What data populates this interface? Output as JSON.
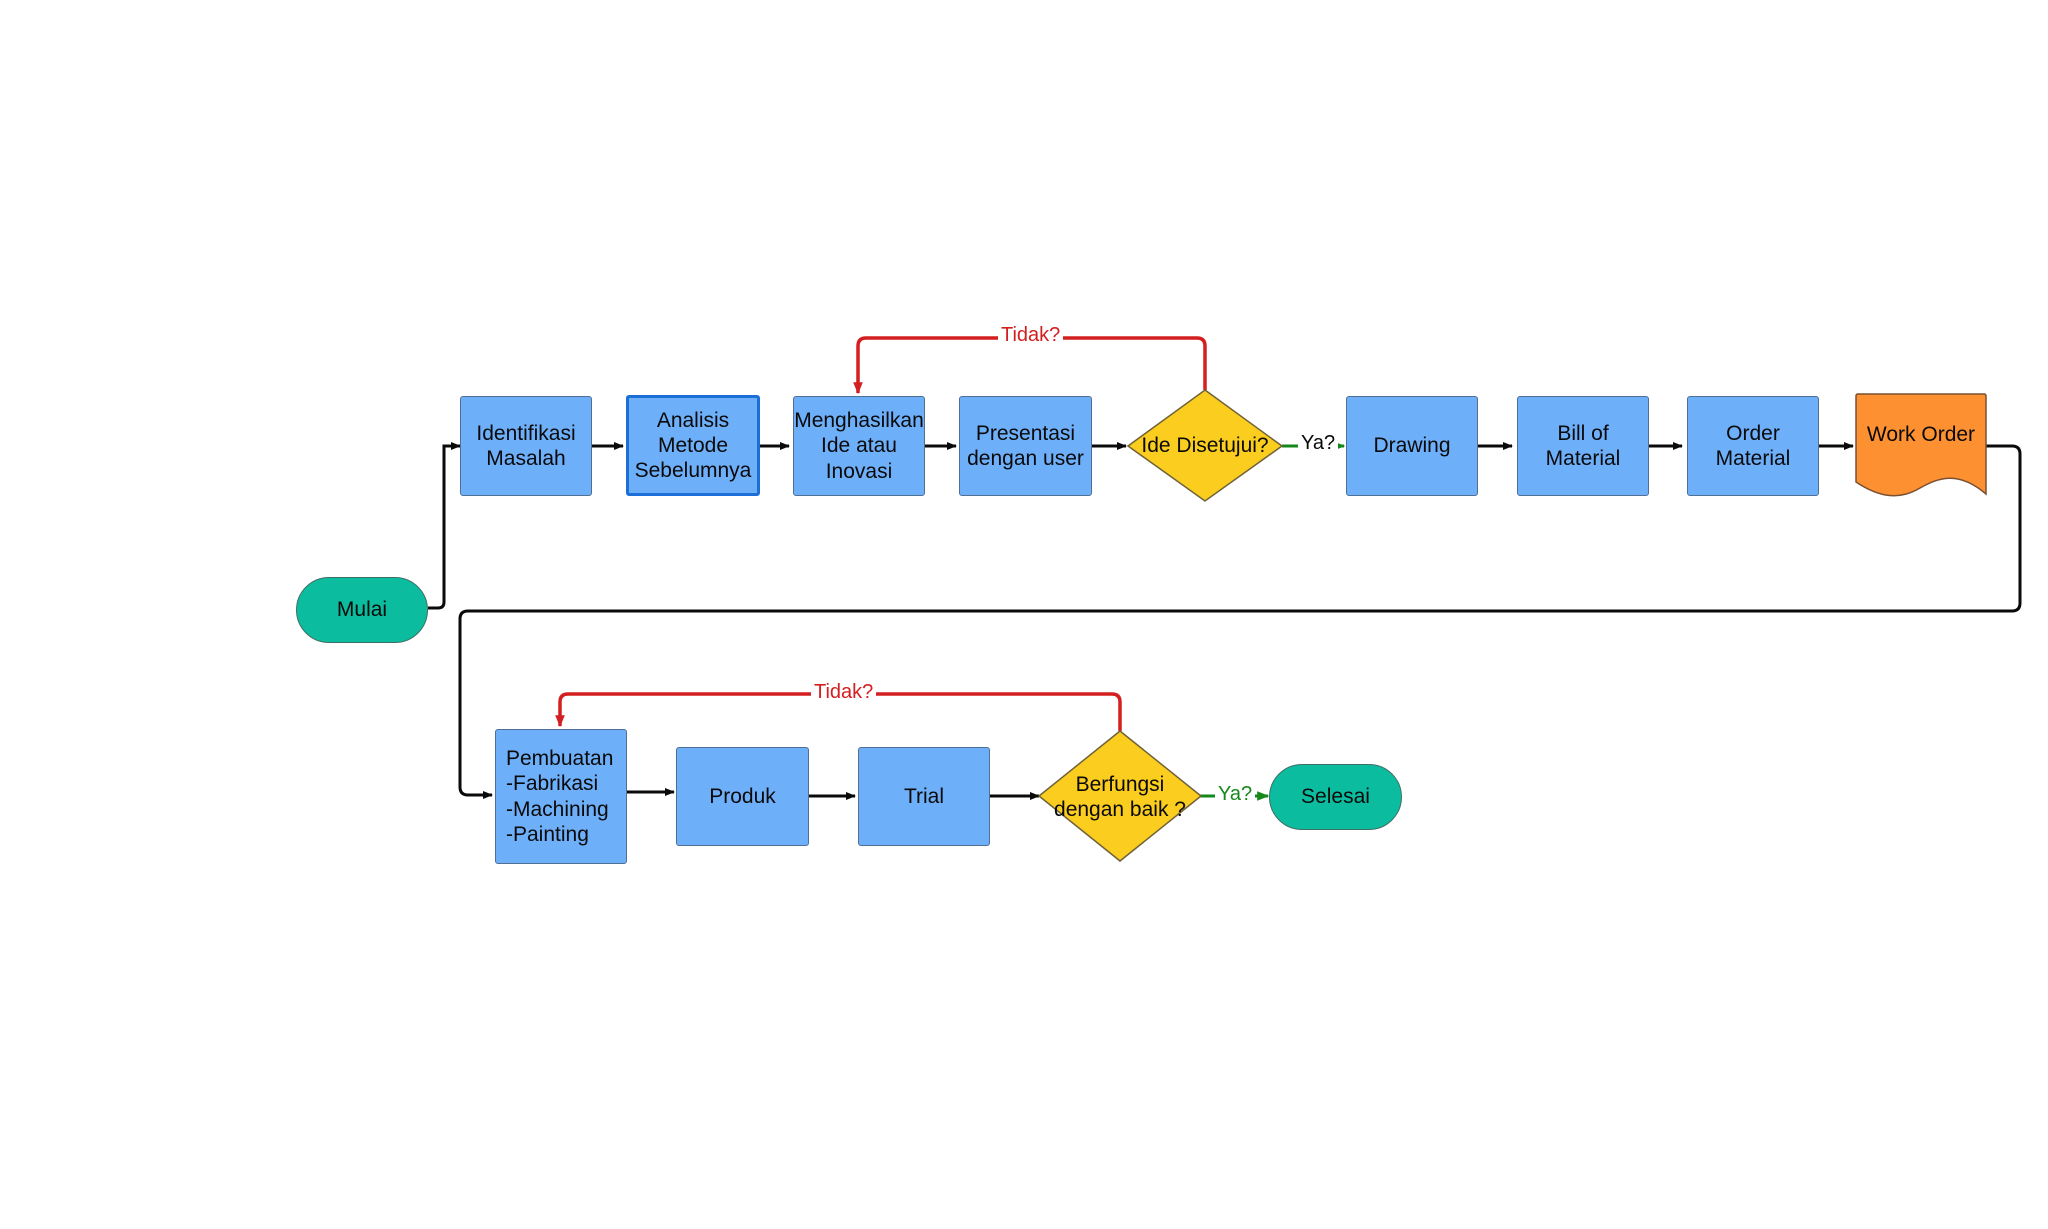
{
  "flowchart": {
    "start": "Mulai",
    "end": "Selesai",
    "row1": {
      "identify": "Identifikasi\nMasalah",
      "analysis": "Analisis\nMetode\nSebelumnya",
      "ideas": "Menghasilkan\nIde atau\nInovasi",
      "presentation": "Presentasi\ndengan user",
      "decision": "Ide Disetujui?",
      "drawing": "Drawing",
      "bom": "Bill of\nMaterial",
      "order": "Order\nMaterial",
      "work_order": "Work Order"
    },
    "row2": {
      "build": "Pembuatan\n-Fabrikasi\n-Machining\n-Painting",
      "product": "Produk",
      "trial": "Trial",
      "decision": "Berfungsi\ndengan baik ?"
    },
    "labels": {
      "no1": "Tidak?",
      "yes1": "Ya?",
      "no2": "Tidak?",
      "yes2": "Ya?"
    }
  },
  "colors": {
    "process": "#6eaffa",
    "terminal": "#0bbd9e",
    "decision": "#fbcd1e",
    "document": "#fd9132",
    "arrow": "#0a0a0a",
    "no_arrow": "#d31f1f",
    "yes_arrow": "#16881b"
  }
}
